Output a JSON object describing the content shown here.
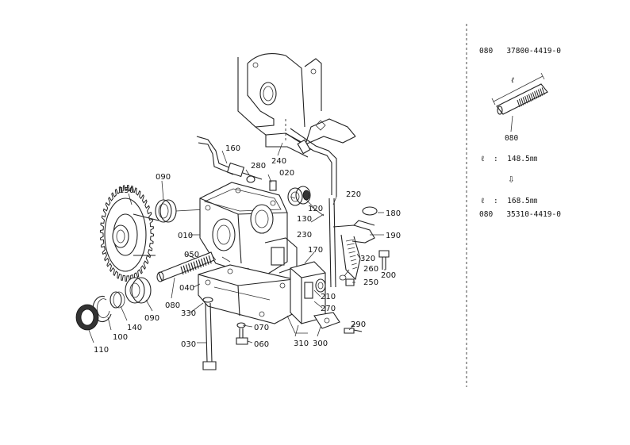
{
  "callouts": [
    {
      "id": "c150",
      "text": "150"
    },
    {
      "id": "c090a",
      "text": "090"
    },
    {
      "id": "c160",
      "text": "160"
    },
    {
      "id": "c240",
      "text": "240"
    },
    {
      "id": "c280",
      "text": "280"
    },
    {
      "id": "c020",
      "text": "020"
    },
    {
      "id": "c220",
      "text": "220"
    },
    {
      "id": "c130",
      "text": "130"
    },
    {
      "id": "c120",
      "text": "120"
    },
    {
      "id": "c180",
      "text": "180"
    },
    {
      "id": "c230",
      "text": "230"
    },
    {
      "id": "c190",
      "text": "190"
    },
    {
      "id": "c010",
      "text": "010"
    },
    {
      "id": "c170",
      "text": "170"
    },
    {
      "id": "c320",
      "text": "320"
    },
    {
      "id": "c260",
      "text": "260"
    },
    {
      "id": "c200",
      "text": "200"
    },
    {
      "id": "c050",
      "text": "050"
    },
    {
      "id": "c250",
      "text": "250"
    },
    {
      "id": "c040",
      "text": "040"
    },
    {
      "id": "c210",
      "text": "210"
    },
    {
      "id": "c080",
      "text": "080"
    },
    {
      "id": "c270",
      "text": "270"
    },
    {
      "id": "c090b",
      "text": "090"
    },
    {
      "id": "c330",
      "text": "330"
    },
    {
      "id": "c140",
      "text": "140"
    },
    {
      "id": "c100",
      "text": "100"
    },
    {
      "id": "c070",
      "text": "070"
    },
    {
      "id": "c290",
      "text": "290"
    },
    {
      "id": "c110",
      "text": "110"
    },
    {
      "id": "c030",
      "text": "030"
    },
    {
      "id": "c060",
      "text": "060"
    },
    {
      "id": "c310",
      "text": "310"
    },
    {
      "id": "c300",
      "text": "300"
    }
  ],
  "side_panel": {
    "part_line_1": "080   37800-4419-0",
    "length_symbol": "ℓ",
    "detail_label": "080",
    "length_1": "ℓ  :  148.5㎜",
    "arrow": "⇩",
    "length_2": "ℓ  :  168.5㎜",
    "part_line_2": "080   35310-4419-0"
  }
}
